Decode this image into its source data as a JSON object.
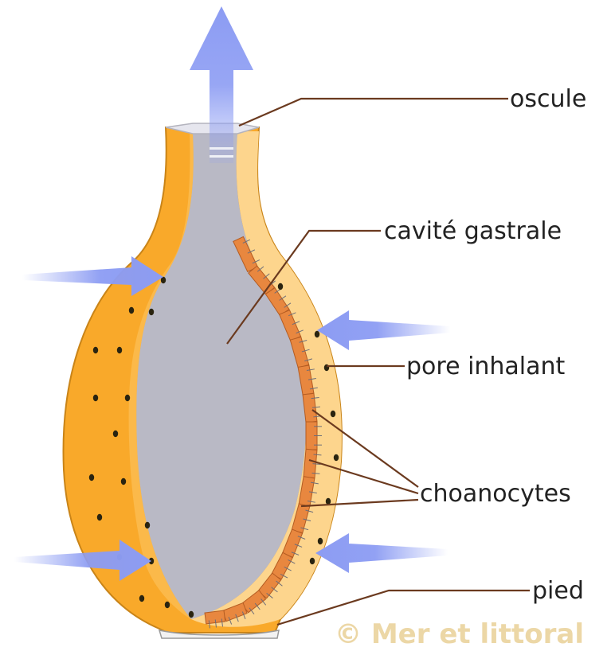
{
  "diagram": {
    "labels": {
      "oscule": "oscule",
      "cavite_gastrale": "cavité gastrale",
      "pore_inhalant": "pore inhalant",
      "choanocytes": "choanocytes",
      "pied": "pied"
    },
    "watermark": "© Mer et littoral",
    "colors": {
      "wall_outer": "#f9a92a",
      "wall_inner": "#fdd58d",
      "cavity": "#b9b9c5",
      "choanocyte": "#e8873f",
      "arrow": "#8c9cf3",
      "leader": "#6b3a1f",
      "pore": "#2a2410"
    },
    "icons": {
      "water_inflow": "arrow-right-icon",
      "water_outflow": "arrow-up-icon"
    }
  }
}
